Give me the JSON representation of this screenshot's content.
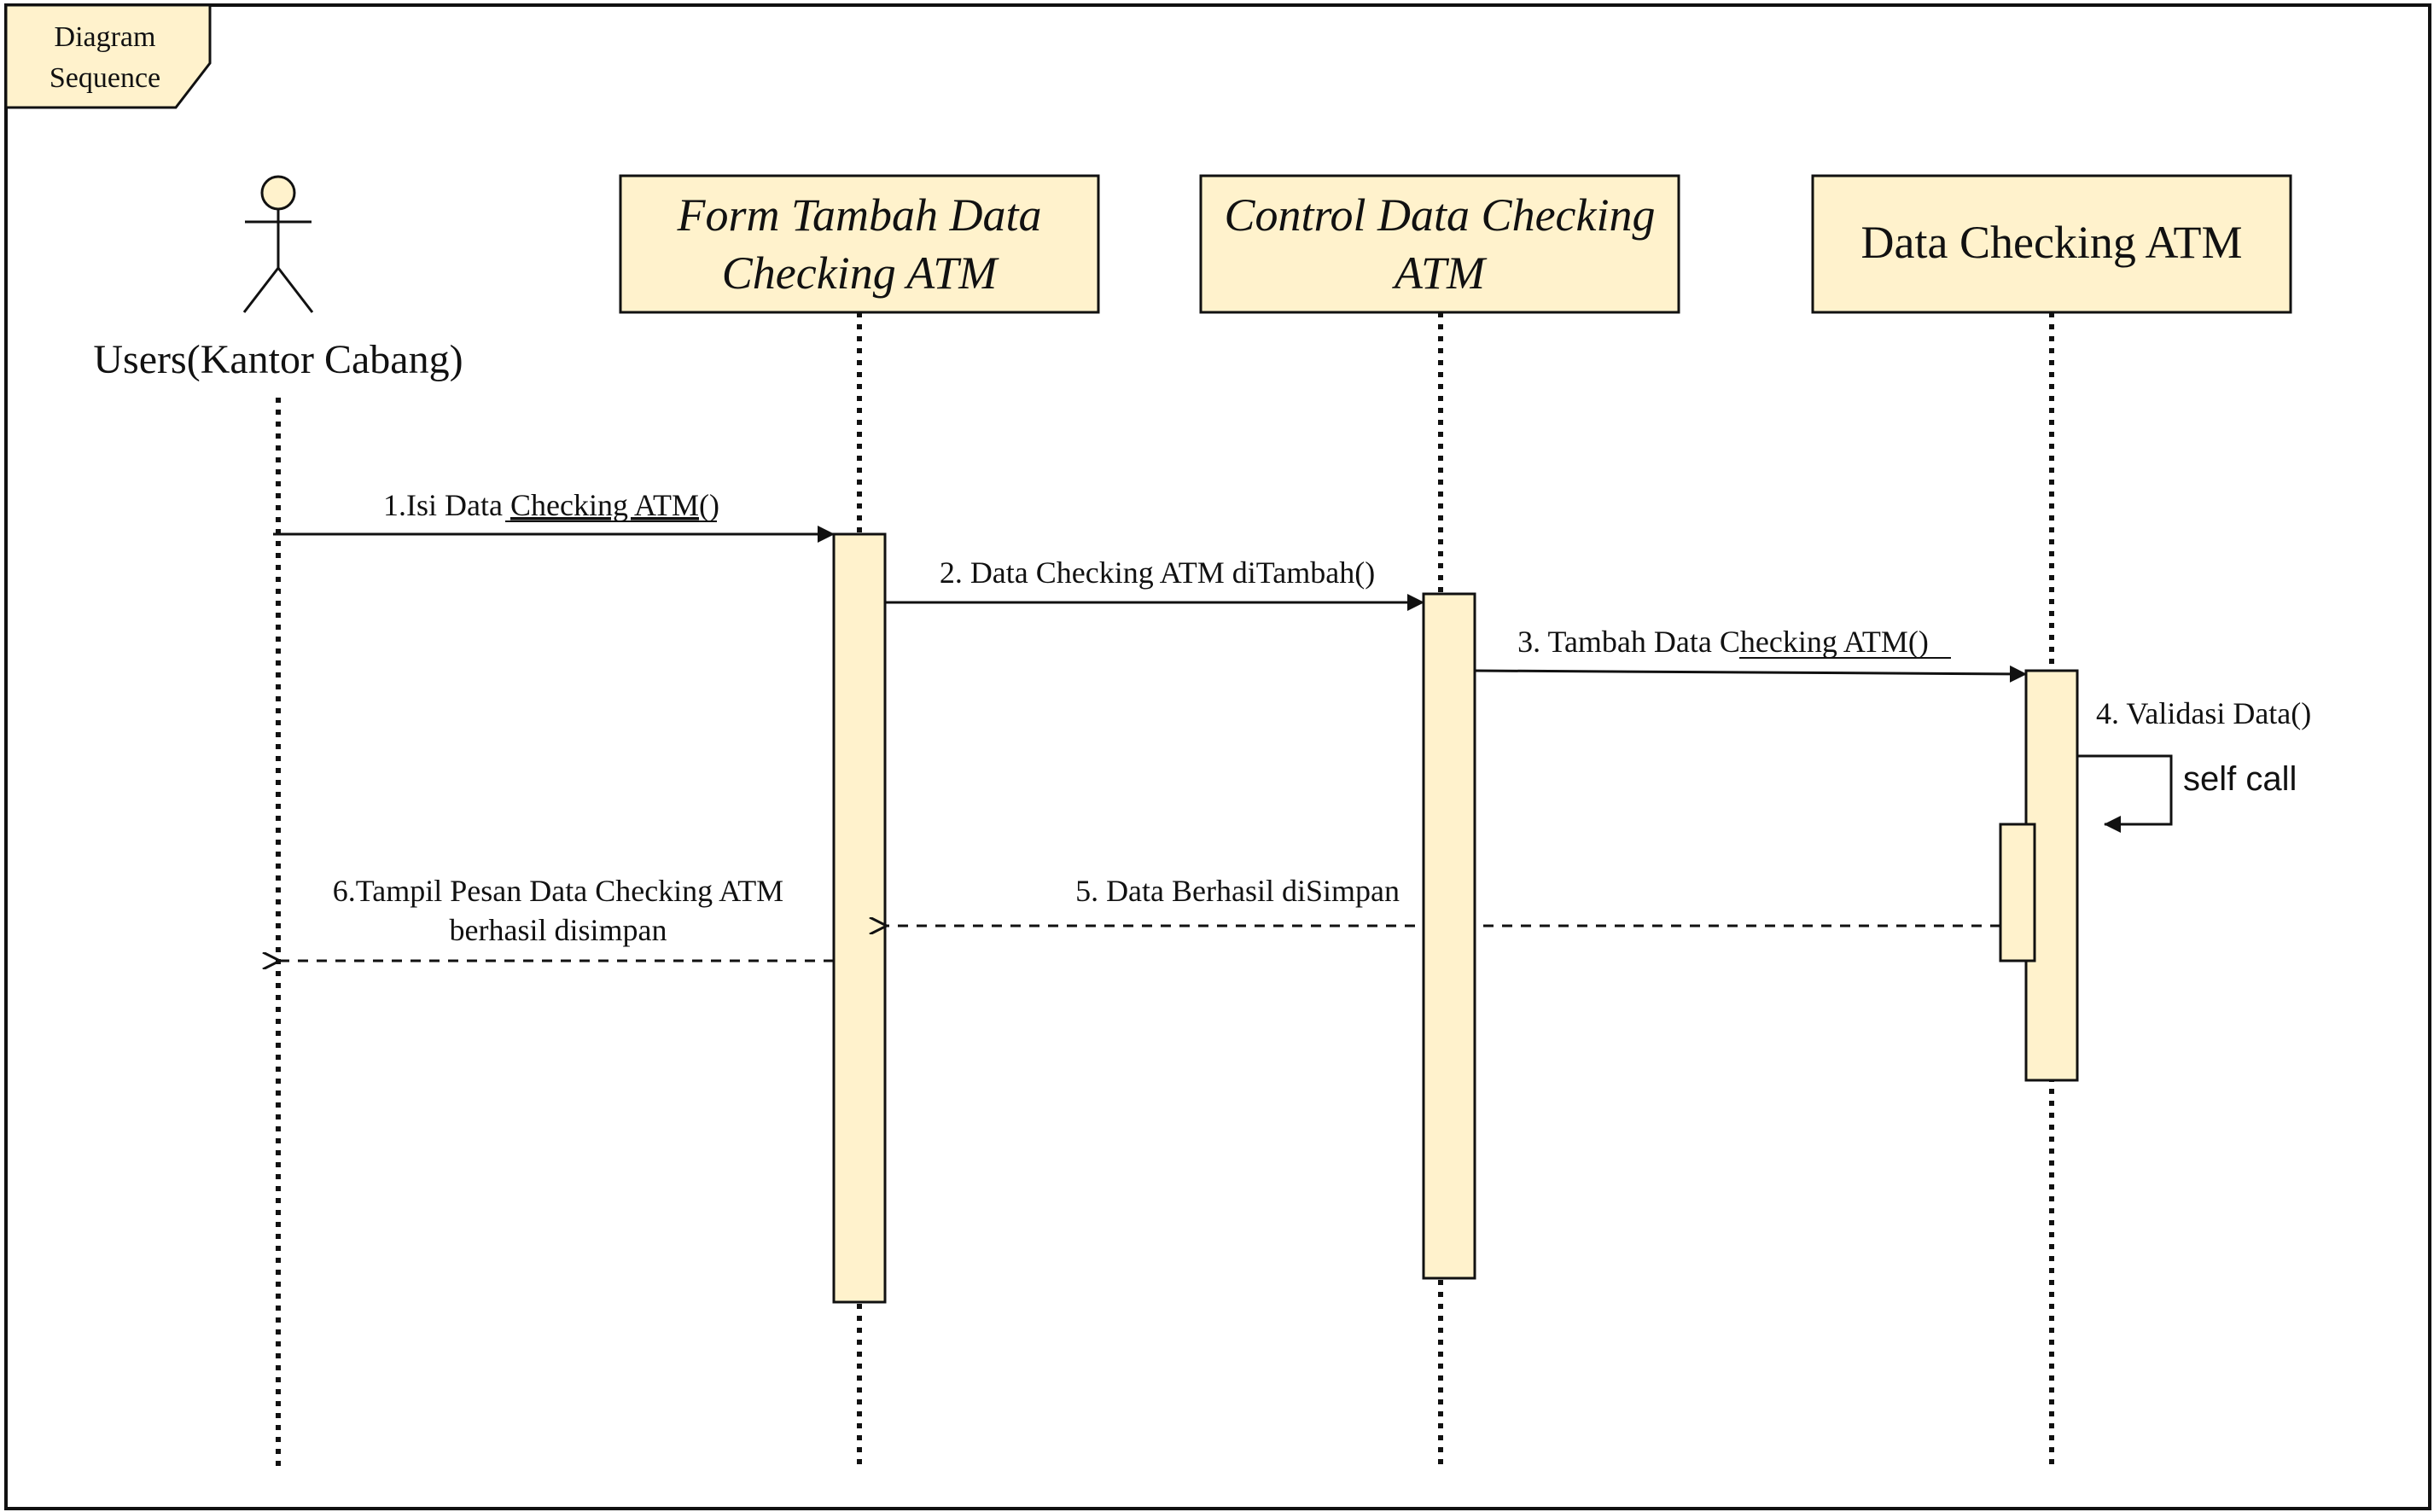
{
  "frame": {
    "label_line1": "Diagram",
    "label_line2": "Sequence"
  },
  "actor": {
    "name": "Users(Kantor Cabang)",
    "icon": "stick-figure-icon"
  },
  "lifelines": {
    "form": {
      "line1": "Form Tambah Data",
      "line2": "Checking ATM"
    },
    "control": {
      "line1": "Control Data Checking",
      "line2": "ATM"
    },
    "entity": {
      "line1": "Data Checking ATM"
    }
  },
  "messages": {
    "m1": {
      "prefix": "1.Isi Data ",
      "underlined": "Checking ATM",
      "suffix": "()"
    },
    "m2": {
      "text": "2. Data Checking ATM diTambah()"
    },
    "m3": {
      "prefix": "3. Tambah Data ",
      "underlined": "Checking ATM",
      "suffix": "()"
    },
    "m4": {
      "text": "4. Validasi Data()"
    },
    "self_call": {
      "text": "self call"
    },
    "m5": {
      "text": "5. Data Berhasil diSimpan"
    },
    "m6": {
      "line1": "6.Tampil Pesan Data Checking ATM",
      "line2": "berhasil disimpan"
    }
  },
  "colors": {
    "box_fill": "#FFF2CC",
    "stroke": "#111111",
    "background": "#FFFFFF"
  }
}
